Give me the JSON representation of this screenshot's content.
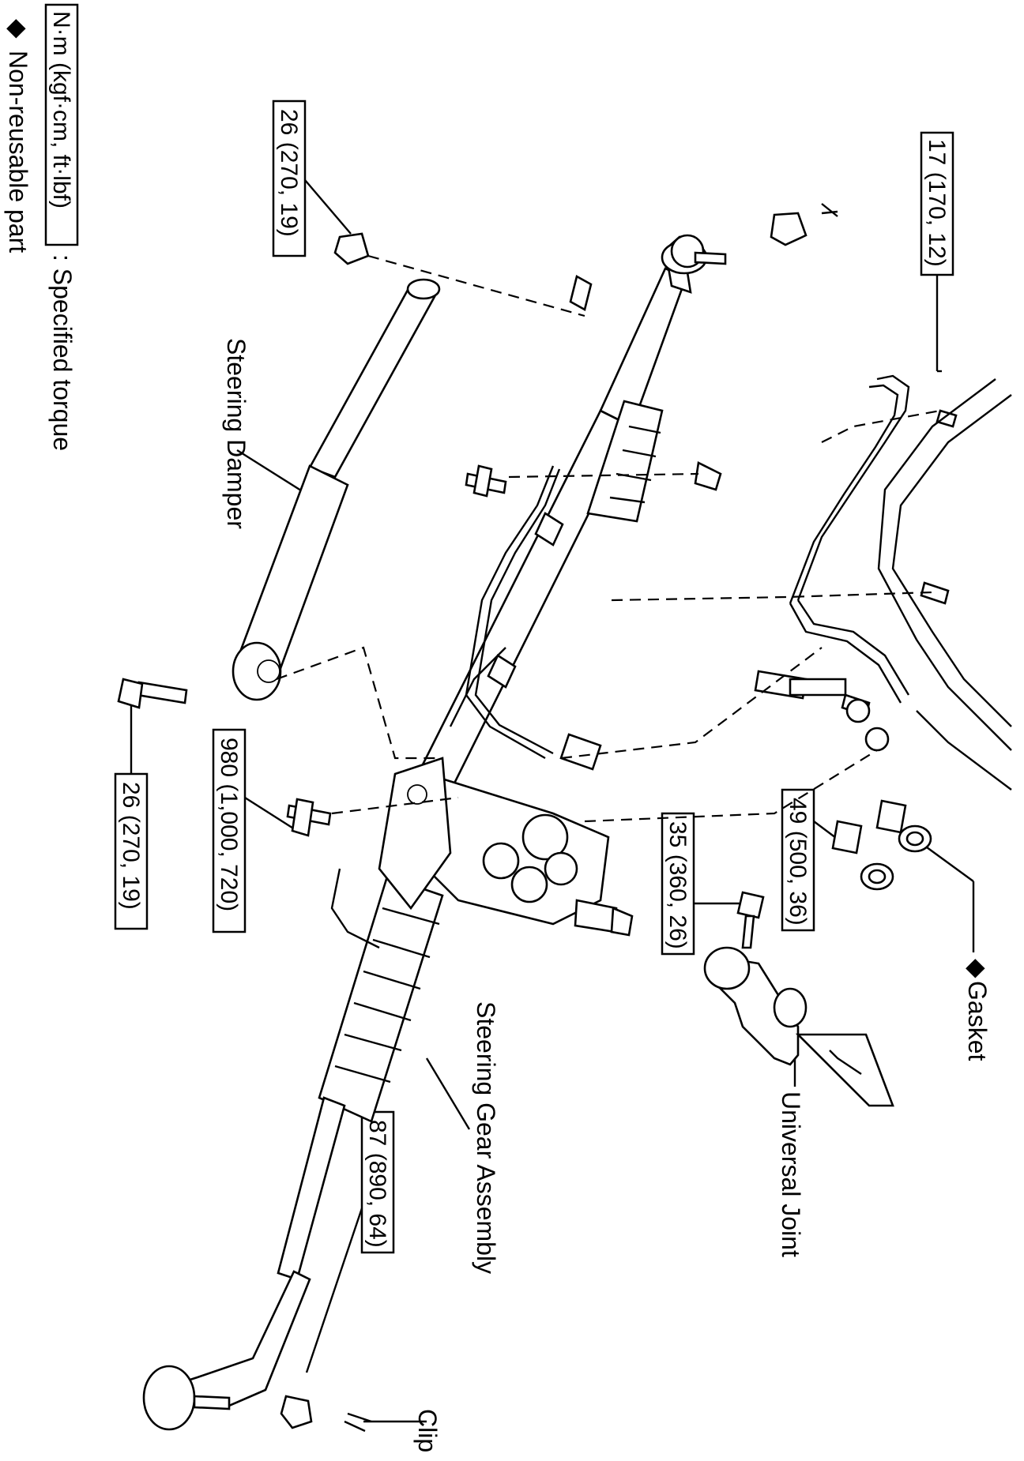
{
  "legend": {
    "torque_unit": "N·m (kgf·cm, ft·lbf)",
    "torque_meaning": ": Specified torque",
    "nonreusable_symbol": "◆",
    "nonreusable_meaning": "Non-reusable part"
  },
  "parts": {
    "steering_damper": "Steering Damper",
    "steering_gear_assembly": "Steering Gear Assembly",
    "universal_joint": "Universal Joint",
    "gasket": "Gasket",
    "clip": "Clip"
  },
  "torques": {
    "t_17": "17 (170, 12)",
    "t_26_top": "26 (270, 19)",
    "t_26_bottom": "26 (270, 19)",
    "t_980": "980 (1,000, 720)",
    "t_49": "49 (500, 36)",
    "t_35": "35 (360, 26)",
    "t_87": "87 (890, 64)"
  },
  "symbols": {
    "gasket_marker": "◆"
  }
}
